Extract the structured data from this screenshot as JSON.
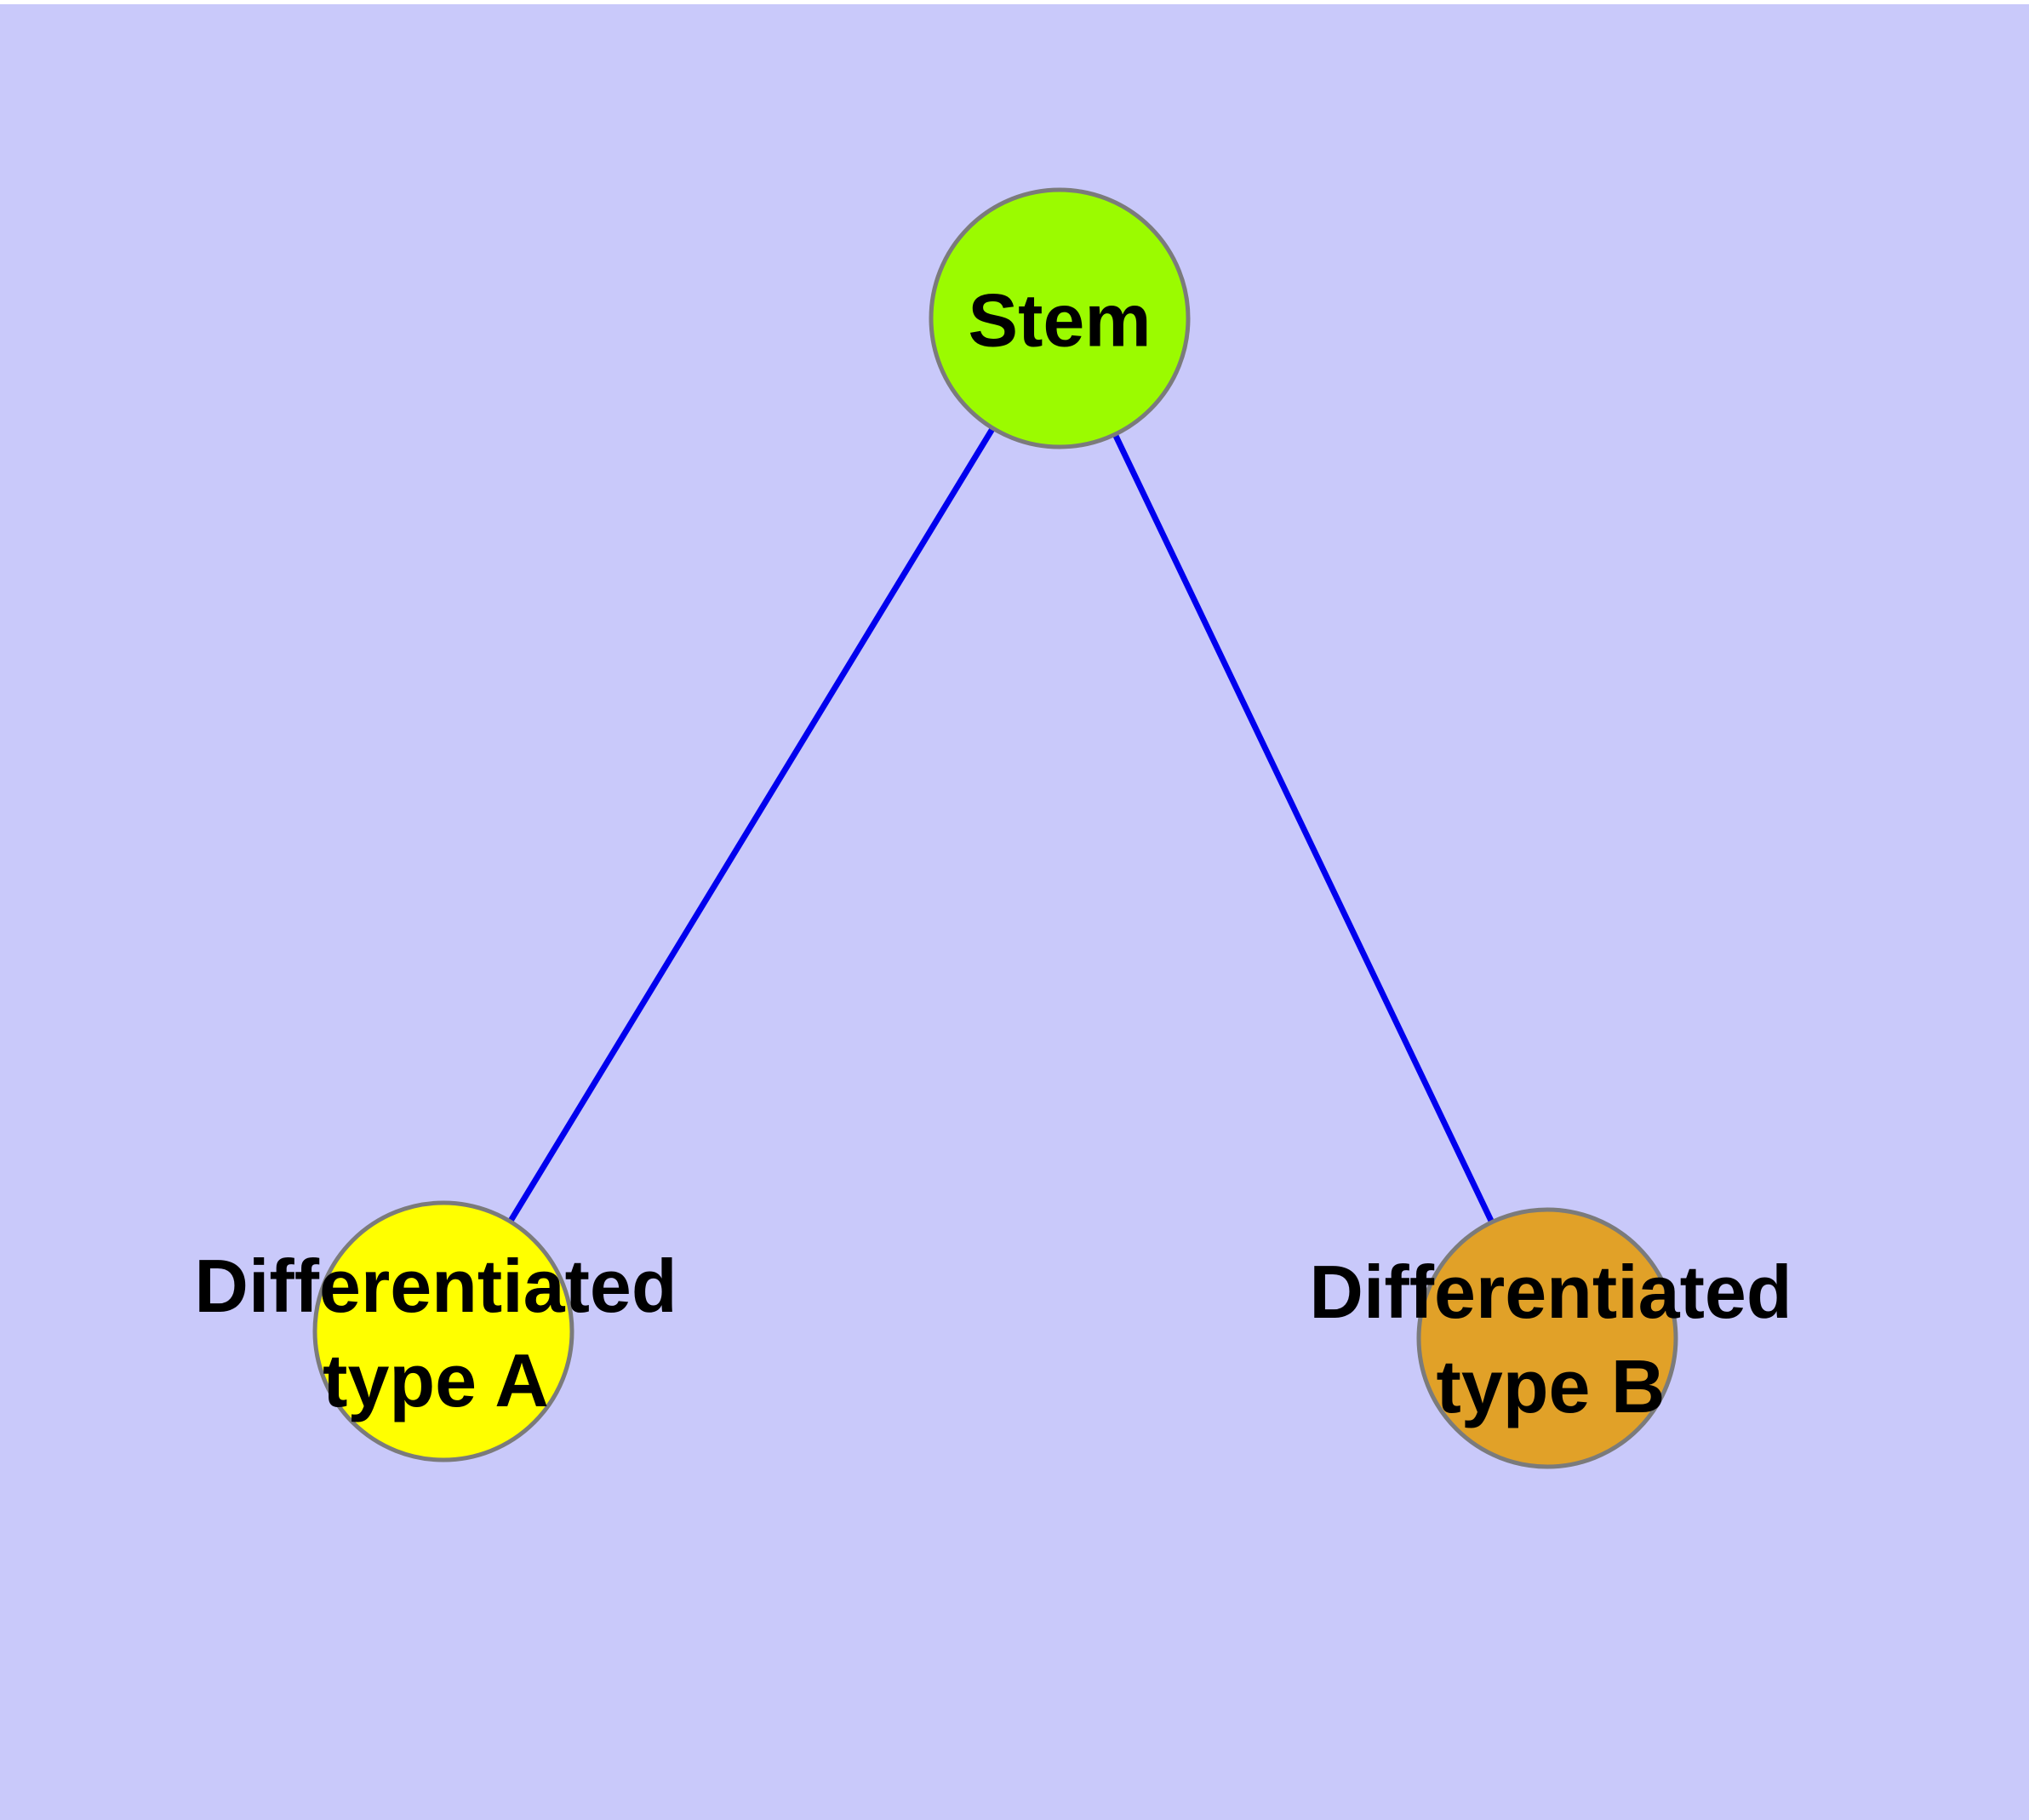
{
  "figure": {
    "background_color": "#C9C9FA",
    "top_strip_color": "#FFFFFF",
    "description": "Stem cell differentiation graph"
  },
  "graph": {
    "nodes": [
      {
        "id": "stem",
        "label": "Stem",
        "fill": "#9BFB00",
        "stroke": "#7B7B7B"
      },
      {
        "id": "typeA",
        "label": "Differentiated\ntype A",
        "fill": "#FFFF00",
        "stroke": "#7B7B7B"
      },
      {
        "id": "typeB",
        "label": "Differentiated\ntype B",
        "fill": "#E1A128",
        "stroke": "#7B7B7B"
      }
    ],
    "edges": [
      {
        "from": "stem",
        "to": "typeA",
        "color": "#0000EE"
      },
      {
        "from": "stem",
        "to": "typeB",
        "color": "#0000EE"
      }
    ]
  }
}
